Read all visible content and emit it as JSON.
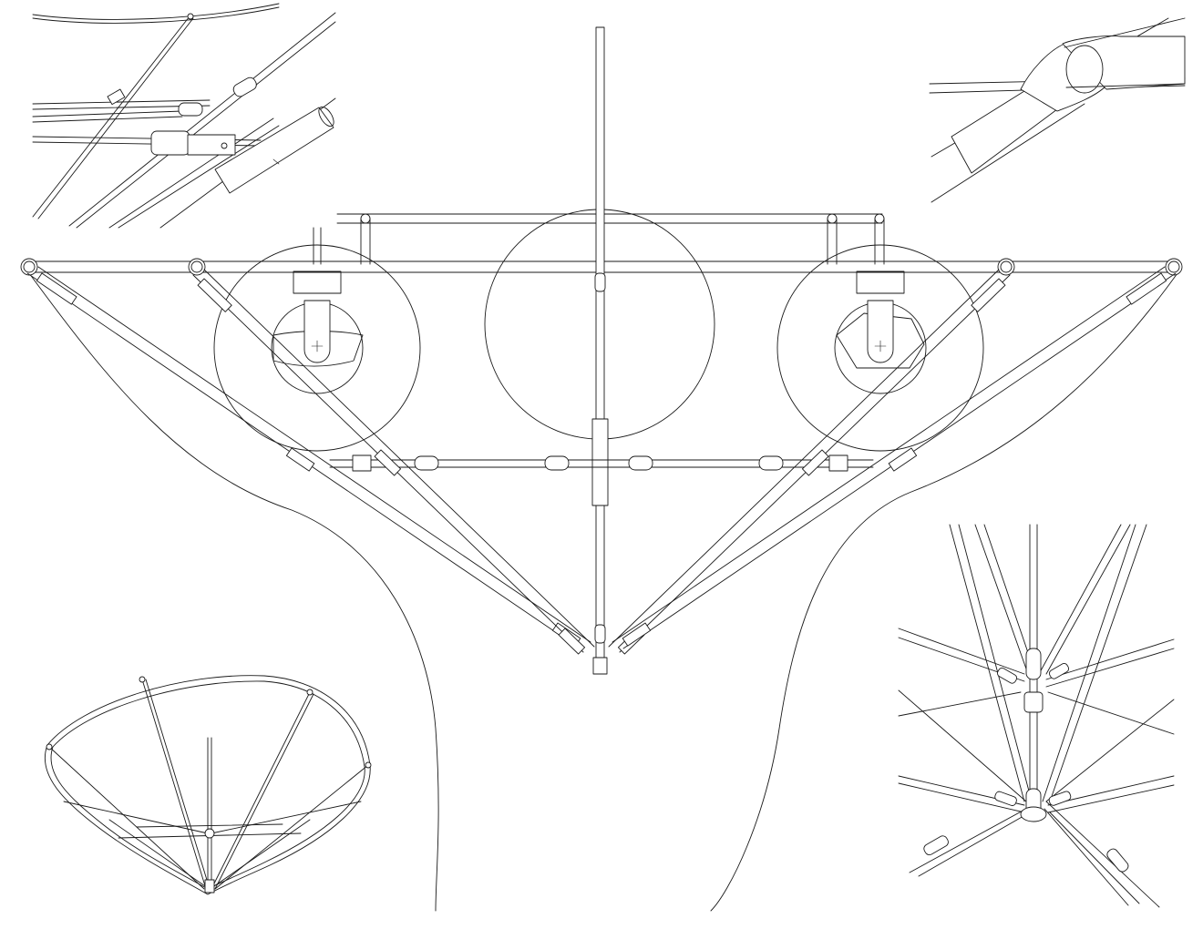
{
  "drawing": {
    "subject": "",
    "line_color": "#1a1a1a",
    "background": "#ffffff",
    "views": [
      {
        "id": "main-elevation"
      },
      {
        "id": "detail-top-left"
      },
      {
        "id": "detail-top-right"
      },
      {
        "id": "perspective-bottom-left"
      },
      {
        "id": "detail-bottom-right"
      }
    ]
  }
}
